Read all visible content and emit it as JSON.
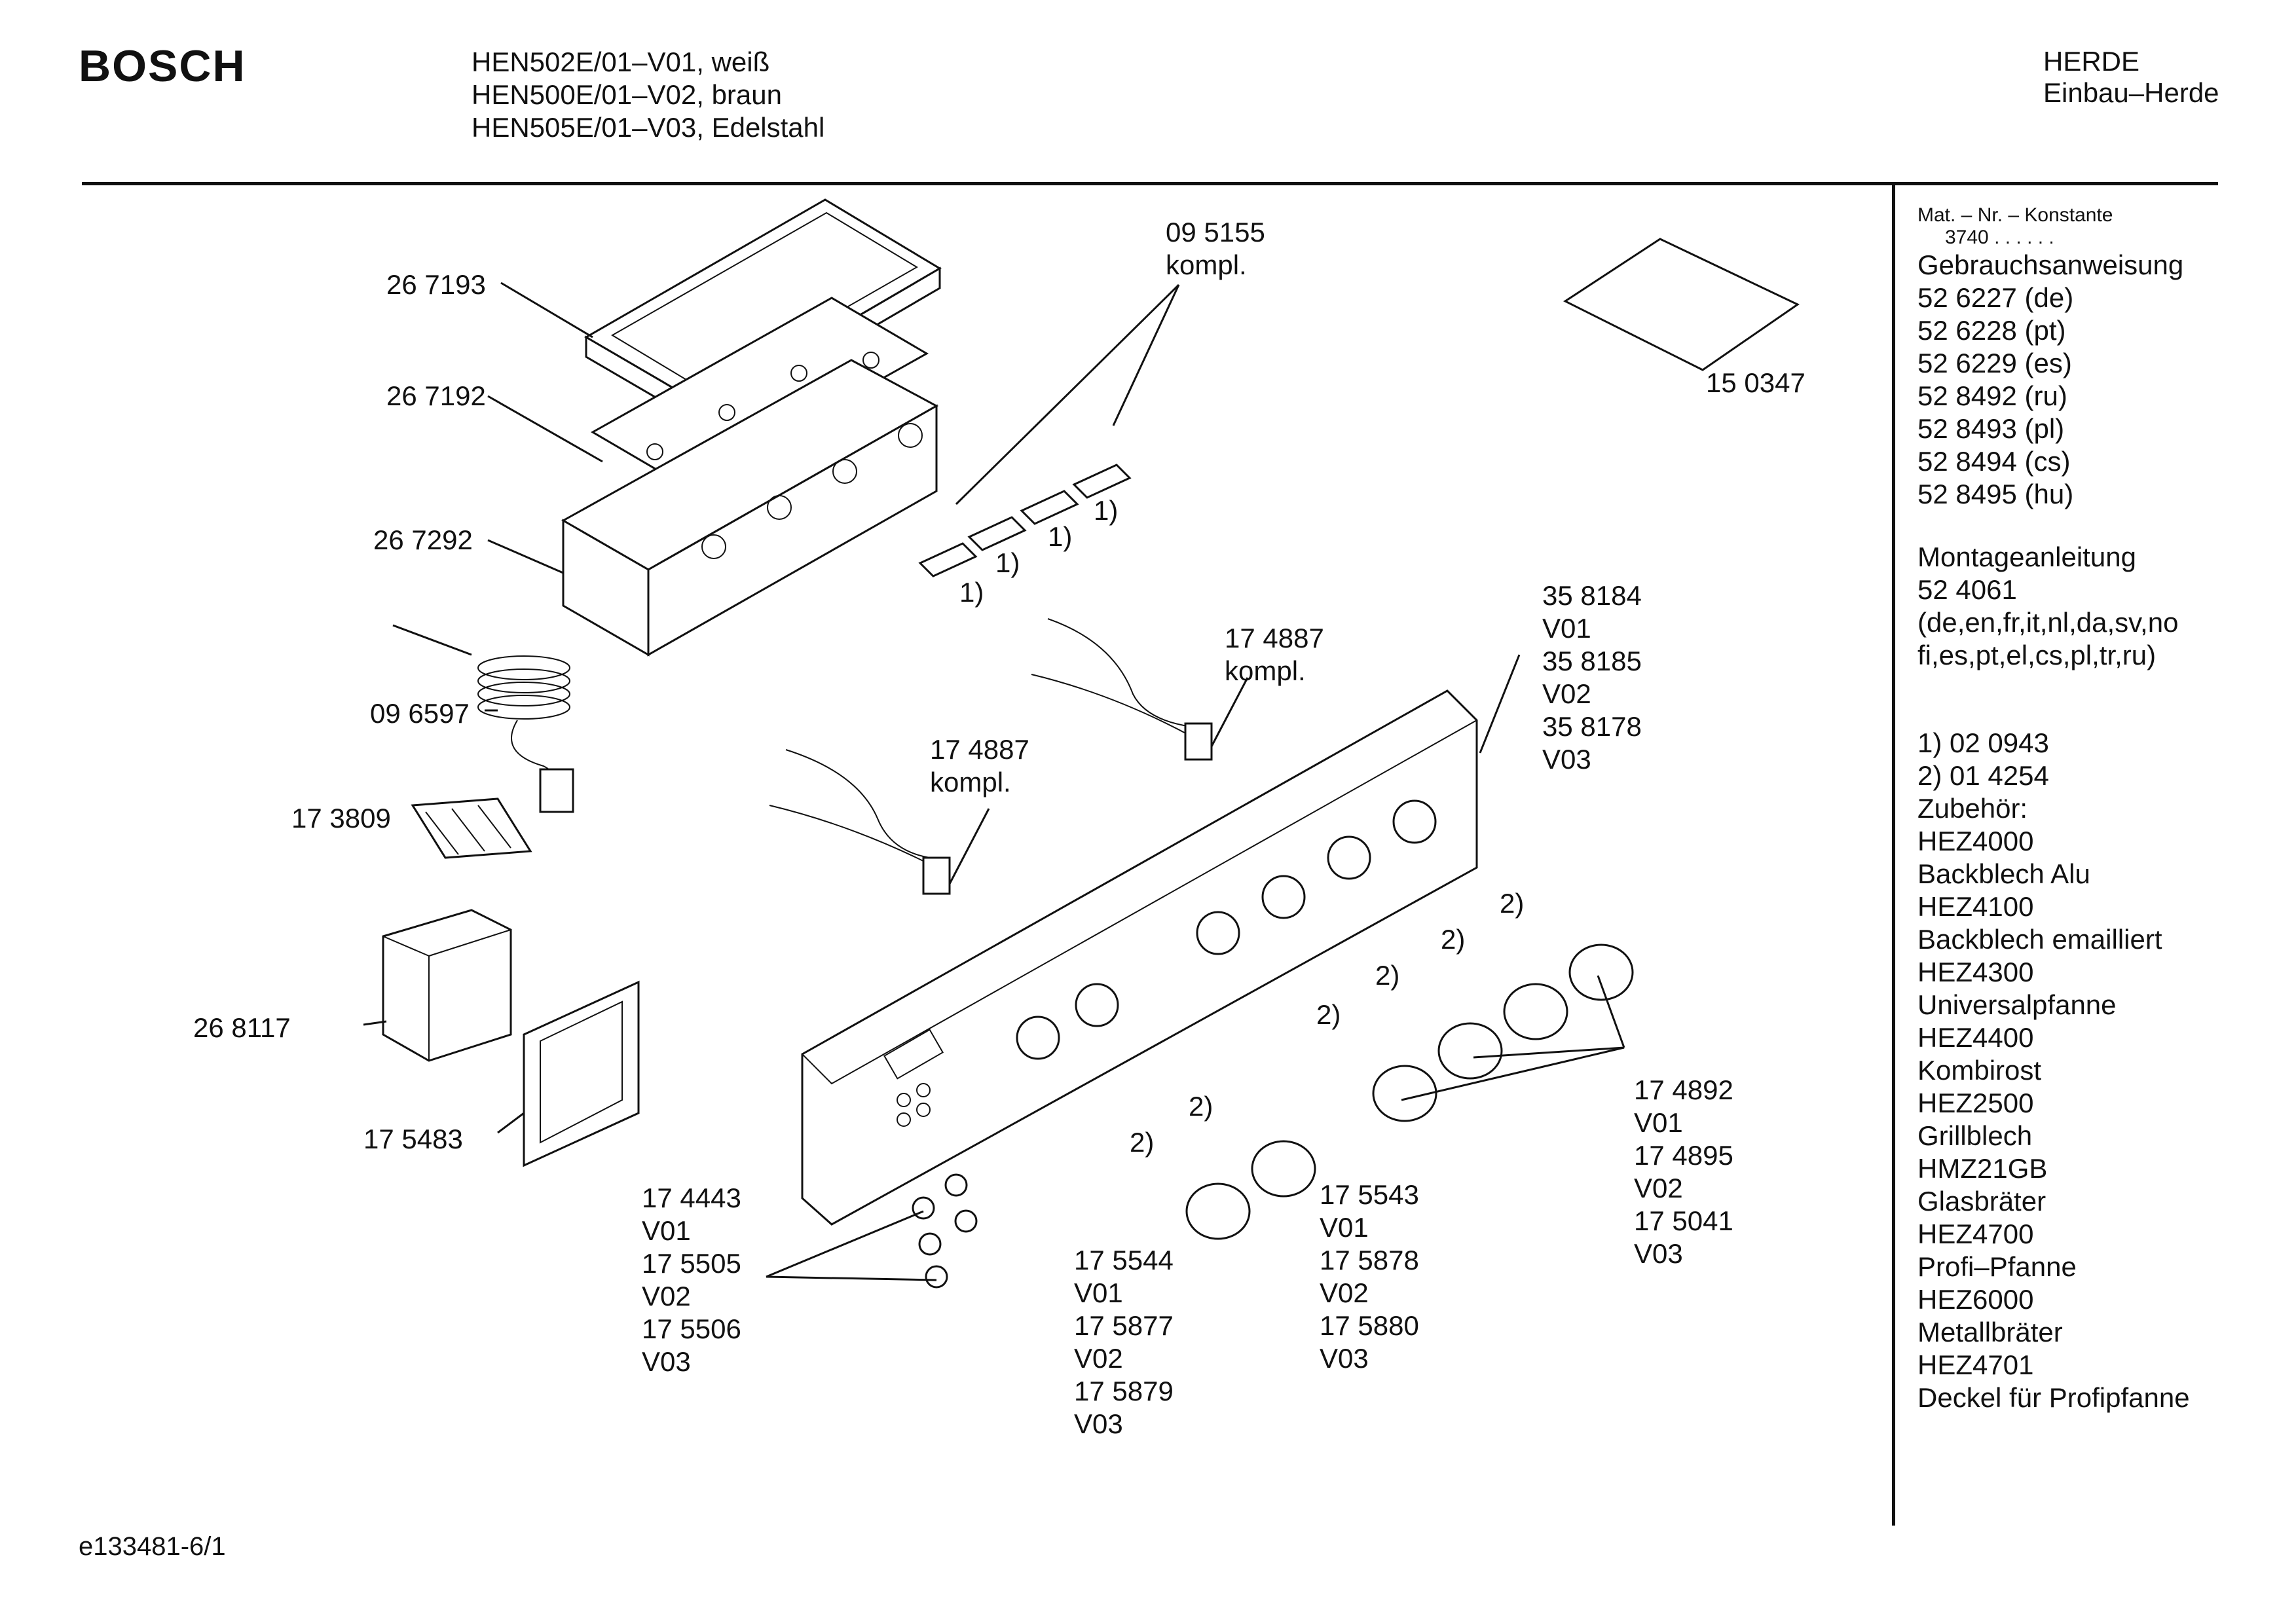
{
  "header": {
    "brand": "BOSCH",
    "models": [
      "HEN502E/01–V01, weiß",
      "HEN500E/01–V02, braun",
      "HEN505E/01–V03, Edelstahl"
    ],
    "category": [
      "HERDE",
      "Einbau–Herde"
    ]
  },
  "footer": {
    "code": "e133481-6/1"
  },
  "sidebar": {
    "mat_nr_label": "Mat. – Nr. – Konstante",
    "mat_nr_value": "3740  .   .   .   .   .   .",
    "gebrauch_title": "Gebrauchsanweisung",
    "gebrauch_items": [
      "52 6227 (de)",
      "52 6228 (pt)",
      "52 6229 (es)",
      "52 8492 (ru)",
      "52 8493 (pl)",
      "52 8494 (cs)",
      "52 8495 (hu)"
    ],
    "montage_title": "Montageanleitung",
    "montage_number": "52 4061",
    "montage_langs": [
      "(de,en,fr,it,nl,da,sv,no",
      "fi,es,pt,el,cs,pl,tr,ru)"
    ],
    "footnotes": [
      " 1)  02 0943",
      " 2)  01 4254"
    ],
    "zubehoer_title": "Zubehör:",
    "zubehoer_items": [
      "HEZ4000",
      "Backblech Alu",
      "HEZ4100",
      "Backblech emailliert",
      "HEZ4300",
      "Universalpfanne",
      "HEZ4400",
      "Kombirost",
      "HEZ2500",
      "Grillblech",
      "HMZ21GB",
      "Glasbräter",
      "HEZ4700",
      "Profi–Pfanne",
      "HEZ6000",
      "Metallbräter",
      "HEZ4701",
      "Deckel für Profipfanne"
    ]
  },
  "parts": {
    "p267193": "26 7193",
    "p267192": "26 7192",
    "p267292": "26 7292",
    "p096597": "09 6597",
    "p173809": "17 3809",
    "p268117": "26 8117",
    "p175483": "17 5483",
    "p095155": [
      "09 5155",
      "kompl."
    ],
    "p150347": "15 0347",
    "p358184": [
      "35 8184",
      "V01",
      "35 8185",
      "V02",
      "35 8178",
      "V03"
    ],
    "p174887a": [
      "17 4887",
      "kompl."
    ],
    "p174887b": [
      "17 4887",
      "kompl."
    ],
    "p174443": [
      "17 4443",
      "V01",
      "17 5505",
      "V02",
      "17 5506",
      "V03"
    ],
    "p175544": [
      "17 5544",
      "V01",
      "17 5877",
      "V02",
      "17 5879",
      "V03"
    ],
    "p175543": [
      "17 5543",
      "V01",
      "17 5878",
      "V02",
      "17 5880",
      "V03"
    ],
    "p174892": [
      "17 4892",
      "V01",
      "17 4895",
      "V02",
      "17 5041",
      "V03"
    ],
    "ref1": "1)",
    "ref2": "2)"
  }
}
